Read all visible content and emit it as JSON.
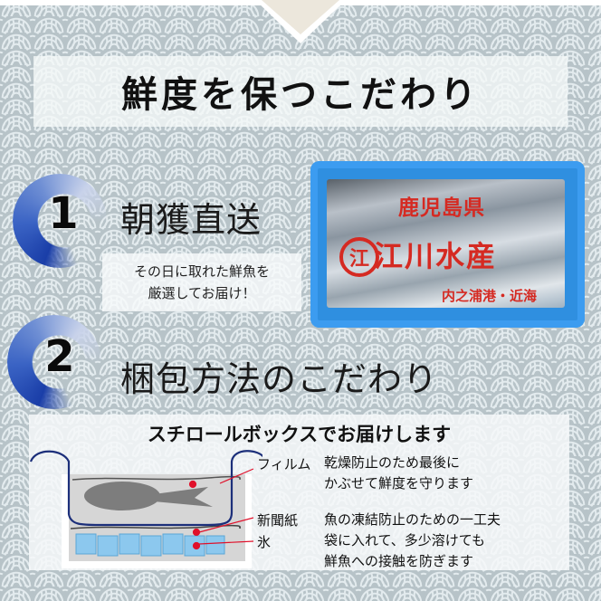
{
  "banner": {
    "title": "鮮度を保つこだわり"
  },
  "section1": {
    "number": "1",
    "heading": "朝獲直送",
    "subtext_line1": "その日に取れた鮮魚を",
    "subtext_line2": "厳選してお届け！",
    "photo": {
      "label_prefecture": "鹿児島県",
      "label_company": "江川水産",
      "label_logo": "江",
      "label_port": "内之浦港・近海"
    }
  },
  "section2": {
    "number": "2",
    "heading": "梱包方法のこだわり",
    "panel_title": "スチロールボックスでお届けします",
    "legend": [
      {
        "label": "フィルム",
        "desc": [
          "乾燥防止のため最後に",
          "かぶせて鮮度を守ります"
        ]
      },
      {
        "label": "新聞紙",
        "desc": [
          "魚の凍結防止のための一工夫"
        ]
      },
      {
        "label": "氷",
        "desc": [
          "袋に入れて、多少溶けても",
          "鮮魚への接触を防ぎます"
        ]
      }
    ]
  },
  "colors": {
    "pattern_bg": "#b7c3c8",
    "pattern_wave": "#e3ebee",
    "brush_blue": "#1a3ea8",
    "box_blue": "#2f8fe0",
    "label_red": "#d52a22",
    "leader_red": "#e0102a",
    "film_navy": "#1c2f7a"
  }
}
